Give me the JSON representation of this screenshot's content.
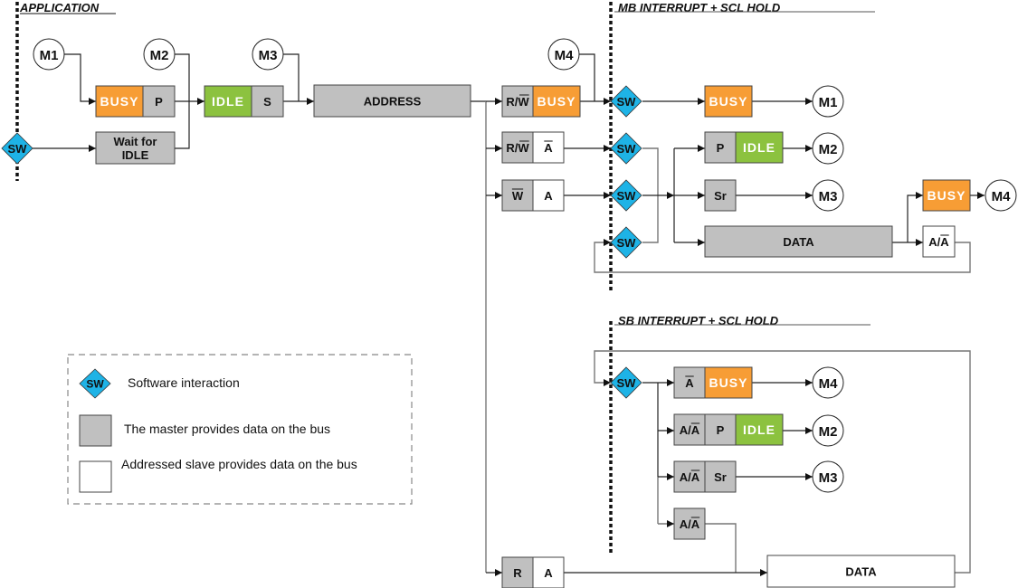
{
  "colors": {
    "master": "#c0c0c0",
    "slave": "#ffffff",
    "busy": "#f79d35",
    "idle": "#8cc23f",
    "sw": "#1eb3e6",
    "border": "#444444"
  },
  "sections": {
    "application": "APPLICATION",
    "mb": "MB INTERRUPT + SCL HOLD",
    "sb": "SB INTERRUPT + SCL HOLD"
  },
  "sw_label": "SW",
  "markers": [
    "M1",
    "M2",
    "M3",
    "M4"
  ],
  "application": {
    "busy_p": [
      "BUSY",
      "P"
    ],
    "wait": [
      "Wait for",
      "IDLE"
    ],
    "idle_s": [
      "IDLE",
      "S"
    ],
    "address": "ADDRESS"
  },
  "address_branches": {
    "rw_busy": [
      "R/W",
      "BUSY"
    ],
    "rw_nack": [
      "R/W",
      "A"
    ],
    "w_ack": [
      "W",
      "A"
    ],
    "r_ack": [
      "R",
      "A"
    ]
  },
  "mb": {
    "busy": "BUSY",
    "p_idle": [
      "P",
      "IDLE"
    ],
    "sr": "Sr",
    "data": "DATA",
    "busy2": "BUSY",
    "ack": "A/A"
  },
  "sb": {
    "nack_busy": [
      "A",
      "BUSY"
    ],
    "ack_p_idle": [
      "A/A",
      "P",
      "IDLE"
    ],
    "ack_sr": [
      "A/A",
      "Sr"
    ],
    "ack": "A/A",
    "data": "DATA"
  },
  "legend": [
    {
      "icon": "sw-diamond",
      "text": "Software interaction"
    },
    {
      "icon": "master-box",
      "text": "The master provides data on the bus"
    },
    {
      "icon": "slave-box",
      "text": "Addressed slave provides data on the bus"
    }
  ]
}
